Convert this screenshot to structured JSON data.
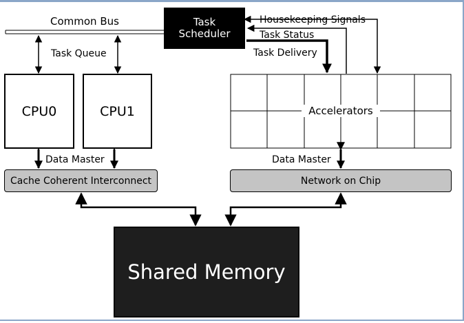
{
  "diagram": {
    "bus_label": "Common Bus",
    "scheduler_line1": "Task",
    "scheduler_line2": "Scheduler",
    "housekeeping_label": "Housekeeping Signals",
    "task_status_label": "Task Status",
    "task_delivery_label": "Task Delivery",
    "task_queue_label": "Task Queue",
    "cpu0_label": "CPU0",
    "cpu1_label": "CPU1",
    "accelerators_label": "Accelerators",
    "data_master_left_label": "Data Master",
    "data_master_right_label": "Data Master",
    "cci_label": "Cache Coherent Interconnect",
    "noc_label": "Network on Chip",
    "memory_label": "Shared Memory"
  }
}
